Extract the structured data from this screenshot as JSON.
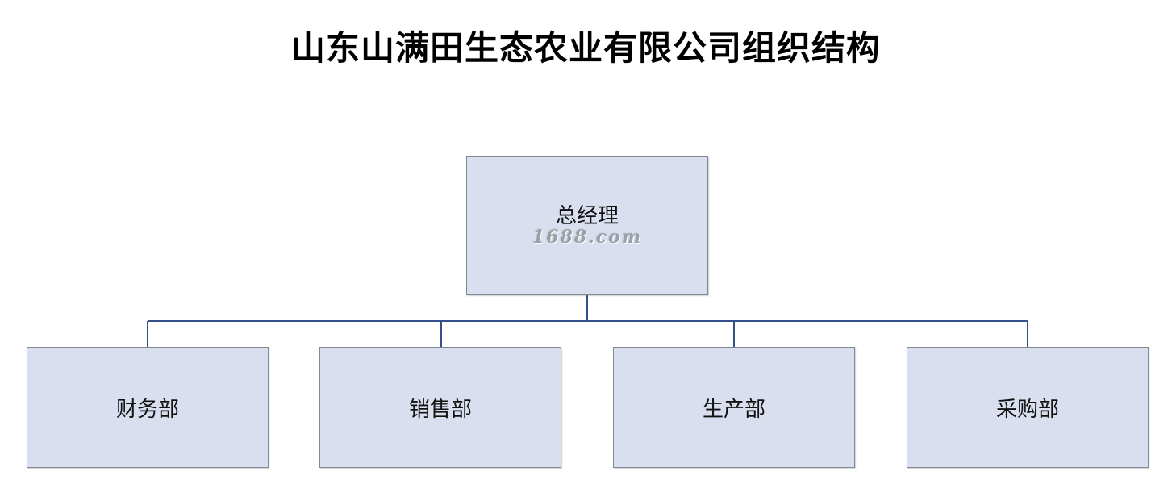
{
  "title": "山东山满田生态农业有限公司组织结构",
  "colors": {
    "box_fill": "#dadff0",
    "box_border": "#7f8895",
    "connector": "#34508a"
  },
  "root": {
    "label": "总经理",
    "watermark": "1688.com"
  },
  "departments": [
    {
      "label": "财务部"
    },
    {
      "label": "销售部"
    },
    {
      "label": "生产部"
    },
    {
      "label": "采购部"
    }
  ]
}
